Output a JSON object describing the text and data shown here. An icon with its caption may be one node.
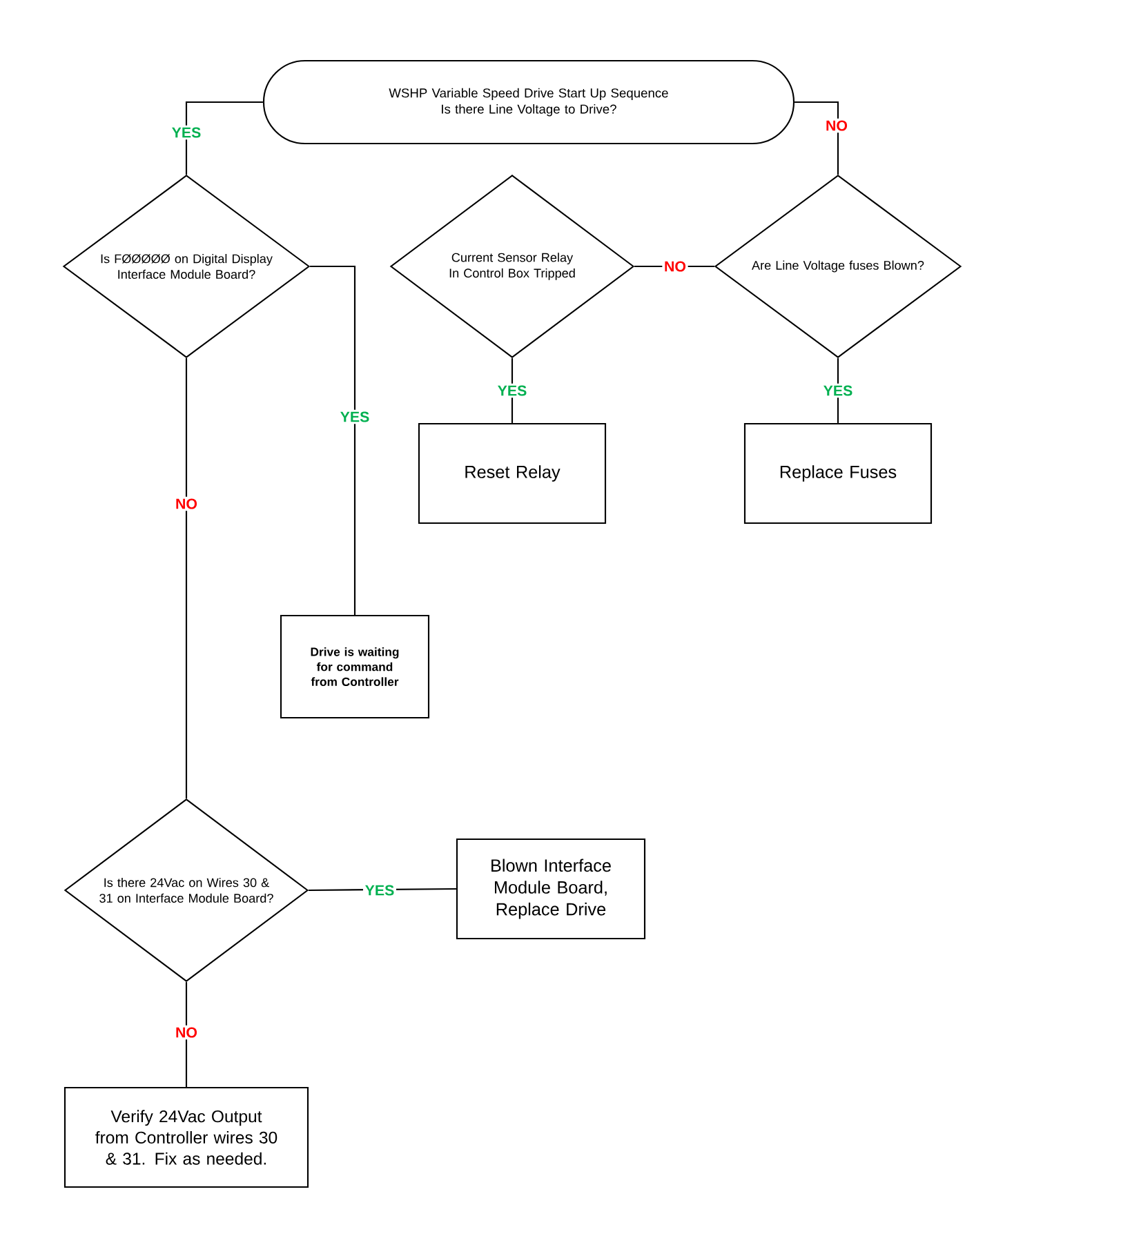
{
  "diagram": {
    "nodes": [
      {
        "text": [
          "WSHP Variable Speed Drive Start Up Sequence",
          "Is there Line Voltage to Drive?"
        ]
      },
      {
        "text": [
          "Is FØØØØØ on Digital Display Interface Module Board?"
        ]
      },
      {
        "text": [
          "Current Sensor Relay In Control Box Tripped"
        ]
      },
      {
        "text": [
          "Are Line Voltage fuses Blown?"
        ]
      },
      {
        "text": [
          "Reset Relay"
        ]
      },
      {
        "text": [
          "Replace Fuses"
        ]
      },
      {
        "text": [
          "Drive is waiting for command from Controller"
        ]
      },
      {
        "text": [
          "Is there 24Vac on Wires 30 & 31 on Interface Module Board?"
        ]
      },
      {
        "text": [
          "Blown Interface Module Board, Replace Drive"
        ]
      },
      {
        "text": [
          "Verify 24Vac Output from Controller wires 30 & 31.  Fix as needed."
        ]
      }
    ],
    "edges": [
      {
        "from": 0,
        "to": 1,
        "arrow": "none",
        "label": "YES"
      },
      {
        "from": 0,
        "to": 3,
        "arrow": "none",
        "label": "NO"
      },
      {
        "from": 3,
        "to": 2,
        "arrow": "none",
        "label": "NO"
      },
      {
        "from": 2,
        "to": 4,
        "arrow": "none",
        "label": "YES"
      },
      {
        "from": 3,
        "to": 5,
        "arrow": "none",
        "label": "YES"
      },
      {
        "from": 1,
        "to": 6,
        "arrow": "none",
        "label": "YES"
      },
      {
        "from": 1,
        "to": 7,
        "arrow": "none",
        "label": "NO"
      },
      {
        "from": 7,
        "to": 8,
        "arrow": "none",
        "label": "YES"
      },
      {
        "from": 7,
        "to": 9,
        "arrow": "none",
        "label": "NO"
      }
    ]
  }
}
